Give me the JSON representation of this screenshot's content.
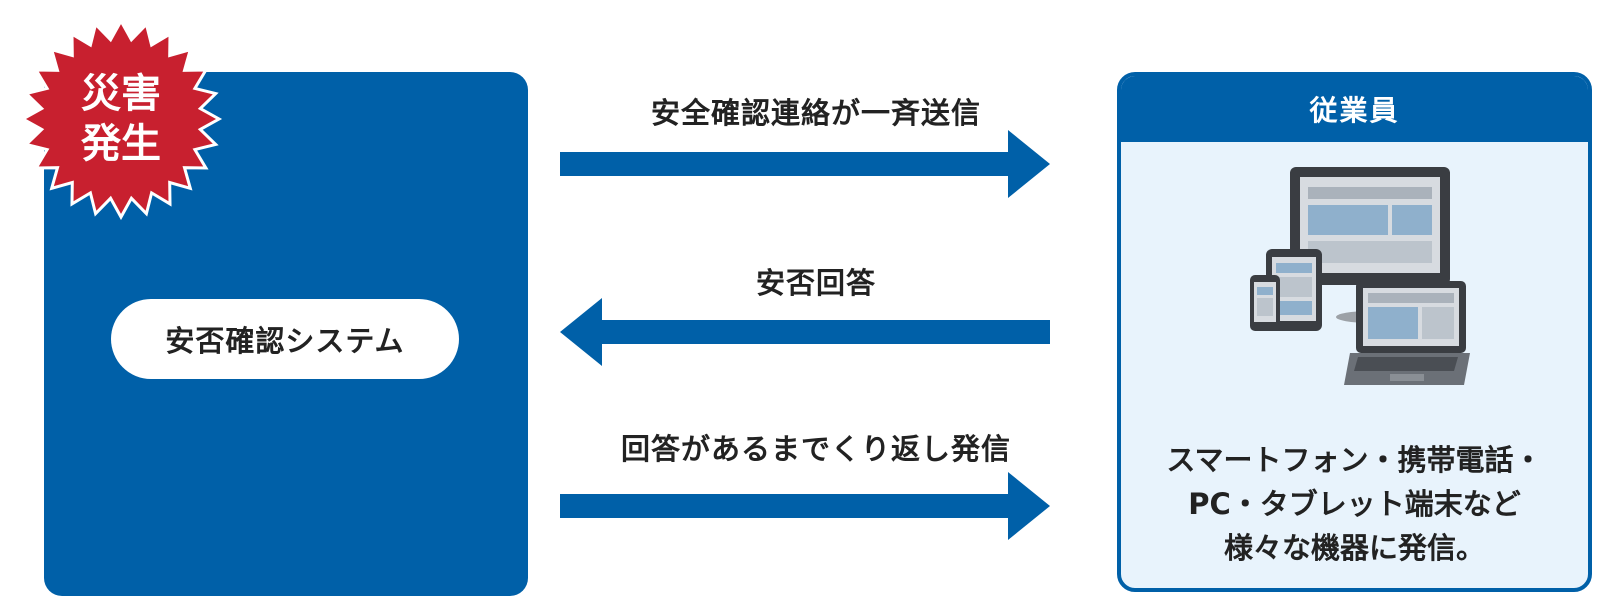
{
  "colors": {
    "primary_blue": "#0060a8",
    "burst_red": "#c8202f",
    "employee_bg": "#e8f3fc",
    "text_dark": "#222222"
  },
  "burst": {
    "line1": "災害",
    "line2": "発生"
  },
  "system": {
    "label": "安否確認システム"
  },
  "arrows": [
    {
      "label": "安全確認連絡が一斉送信",
      "direction": "right"
    },
    {
      "label": "安否回答",
      "direction": "left"
    },
    {
      "label": "回答があるまでくり返し発信",
      "direction": "right"
    }
  ],
  "employee": {
    "header": "従業員",
    "devices_icon": "devices-icon",
    "caption_lines": [
      "スマートフォン・携帯電話・",
      "PC・タブレット端末など",
      "様々な機器に発信。"
    ]
  }
}
